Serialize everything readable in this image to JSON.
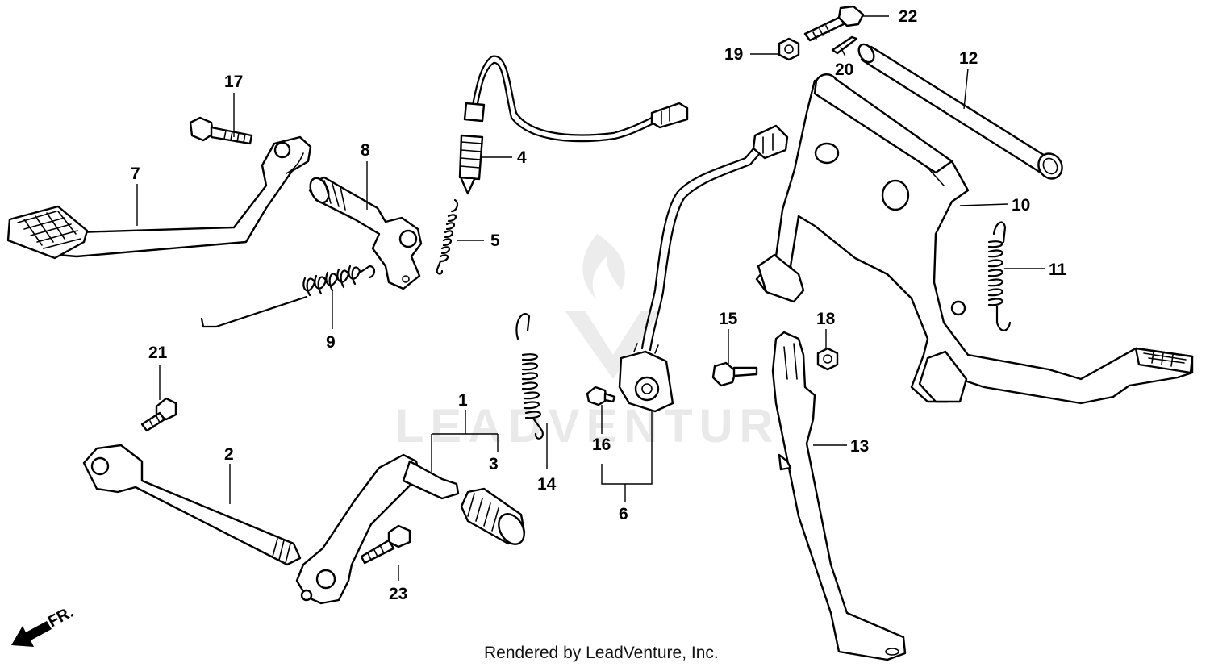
{
  "watermark": "LEADVENTURE",
  "footer": "Rendered by LeadVenture, Inc.",
  "direction_label": "FR.",
  "callouts": {
    "c1": "1",
    "c2": "2",
    "c3": "3",
    "c4": "4",
    "c5": "5",
    "c6": "6",
    "c7": "7",
    "c8": "8",
    "c9": "9",
    "c10": "10",
    "c11": "11",
    "c12": "12",
    "c13": "13",
    "c14": "14",
    "c15": "15",
    "c16": "16",
    "c17": "17",
    "c18": "18",
    "c19": "19",
    "c20": "20",
    "c21": "21",
    "c22": "22",
    "c23": "23"
  }
}
